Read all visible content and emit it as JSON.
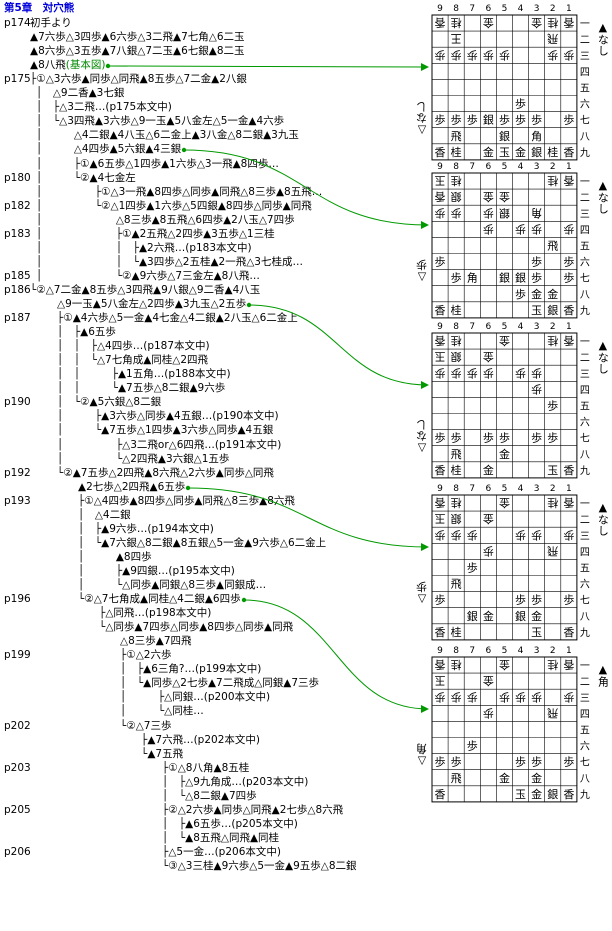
{
  "title": "第5章　対穴熊",
  "rows": [
    {
      "p": "p174",
      "x": 30,
      "t": "初手より"
    },
    {
      "p": "",
      "x": 30,
      "t": "▲7六歩△3四歩▲6六歩△3二飛▲7七角△6二玉"
    },
    {
      "p": "",
      "x": 30,
      "t": "▲8六歩△3五歩▲7八銀△7二玉▲6七銀▲8二玉"
    },
    {
      "p": "",
      "x": 30,
      "t": "▲8八飛",
      "hl": "(基本図)"
    },
    {
      "p": "p175",
      "x": 30,
      "t": "├①△3六歩▲同歩△同飛▲8五歩△7二金▲2八銀"
    },
    {
      "p": "",
      "x": 36,
      "t": "│　△9二香▲3七銀"
    },
    {
      "p": "",
      "x": 36,
      "t": "│　├△3二飛…(p175本文中)"
    },
    {
      "p": "",
      "x": 36,
      "t": "│　└△3四飛▲3六歩△9一玉▲5八金左△5一金▲4六歩"
    },
    {
      "p": "",
      "x": 36,
      "t": "│　　　△4二銀▲4八玉△6二金上▲3八金△8二銀▲3九玉"
    },
    {
      "p": "",
      "x": 36,
      "t": "│　　　△4四歩▲5六銀▲4三銀",
      "dot": true
    },
    {
      "p": "",
      "x": 36,
      "t": "│　　　├①▲6五歩△1四歩▲1六歩△3一飛▲8四歩…"
    },
    {
      "p": "p180",
      "x": 36,
      "t": "│　　　└②▲4七金左"
    },
    {
      "p": "",
      "x": 36,
      "t": "│　　　　　├①△3一飛▲8四歩△同歩▲同飛△8三歩▲8五飛…"
    },
    {
      "p": "p182",
      "x": 36,
      "t": "│　　　　　└②△1四歩▲1六歩△5四銀▲8四歩△同歩▲同飛"
    },
    {
      "p": "",
      "x": 36,
      "t": "│　　　　　　　△8三歩▲8五飛△6四歩▲2八玉△7四歩"
    },
    {
      "p": "p183",
      "x": 36,
      "t": "│　　　　　　　├①▲2五飛△2四歩▲3五歩△1三桂"
    },
    {
      "p": "",
      "x": 36,
      "t": "│　　　　　　　│　├▲2六飛…(p183本文中)"
    },
    {
      "p": "",
      "x": 36,
      "t": "│　　　　　　　│　└▲3四歩△2五桂▲2一飛△3七桂成…"
    },
    {
      "p": "p185",
      "x": 36,
      "t": "│　　　　　　　└②▲9六歩△7三金左▲8八飛…"
    },
    {
      "p": "p186",
      "x": 30,
      "t": "└②△7二金▲8五歩△3四飛▲9八銀△9二香▲4八玉"
    },
    {
      "p": "",
      "x": 36,
      "t": "　　△9一玉▲5八金左△2四歩▲3九玉△2五歩",
      "dot": true
    },
    {
      "p": "p187",
      "x": 36,
      "t": "　　├①▲4六歩△5一金▲4七金△4二銀▲2八玉△6二金上"
    },
    {
      "p": "",
      "x": 36,
      "t": "　　│　├▲6五歩"
    },
    {
      "p": "",
      "x": 36,
      "t": "　　│　│　├△4四歩…(p187本文中)"
    },
    {
      "p": "",
      "x": 36,
      "t": "　　│　│　└△7七角成▲同桂△2四飛"
    },
    {
      "p": "",
      "x": 36,
      "t": "　　│　│　　　├▲1五角…(p188本文中)"
    },
    {
      "p": "",
      "x": 36,
      "t": "　　│　│　　　└▲7五歩△8二銀▲9六歩"
    },
    {
      "p": "p190",
      "x": 36,
      "t": "　　│　└②▲5六銀△8二銀"
    },
    {
      "p": "",
      "x": 36,
      "t": "　　│　　　├▲3六歩△同歩▲4五銀…(p190本文中)"
    },
    {
      "p": "",
      "x": 36,
      "t": "　　│　　　└▲7五歩△1四歩▲3六歩△同歩▲4五銀"
    },
    {
      "p": "",
      "x": 36,
      "t": "　　│　　　　　├△3二飛or△6四飛…(p191本文中)"
    },
    {
      "p": "",
      "x": 36,
      "t": "　　│　　　　　└△2四飛▲3六銀△1五歩"
    },
    {
      "p": "p192",
      "x": 36,
      "t": "　　└②▲7五歩△2四飛▲8六飛△2六歩▲同歩△同飛"
    },
    {
      "p": "",
      "x": 36,
      "t": "　　　　▲2七歩△2四飛▲6五歩",
      "dot": true
    },
    {
      "p": "p193",
      "x": 36,
      "t": "　　　　├①△4四歩▲8四歩△同歩▲同飛△8三歩▲8六飛"
    },
    {
      "p": "",
      "x": 36,
      "t": "　　　　│　△4二銀"
    },
    {
      "p": "",
      "x": 36,
      "t": "　　　　│　├▲9六歩…(p194本文中)"
    },
    {
      "p": "",
      "x": 36,
      "t": "　　　　│　└▲7六銀△8二銀▲8五銀△5一金▲9六歩△6二金上"
    },
    {
      "p": "",
      "x": 36,
      "t": "　　　　│　　　▲8四歩"
    },
    {
      "p": "",
      "x": 36,
      "t": "　　　　│　　　├▲9四銀…(p195本文中)"
    },
    {
      "p": "",
      "x": 36,
      "t": "　　　　│　　　└△同歩▲同銀△8三歩▲同銀成…"
    },
    {
      "p": "p196",
      "x": 36,
      "t": "　　　　└②△7七角成▲同桂△4二銀▲6四歩",
      "dot": true
    },
    {
      "p": "",
      "x": 36,
      "t": "　　　　　　├△同飛…(p198本文中)"
    },
    {
      "p": "",
      "x": 36,
      "t": "　　　　　　└△同歩▲7四歩△同歩▲8四歩△同歩▲同飛"
    },
    {
      "p": "",
      "x": 36,
      "t": "　　　　　　　　△8三歩▲7四飛"
    },
    {
      "p": "p199",
      "x": 36,
      "t": "　　　　　　　　├①△2六歩"
    },
    {
      "p": "",
      "x": 36,
      "t": "　　　　　　　　│　├▲6三角?…(p199本文中)"
    },
    {
      "p": "",
      "x": 36,
      "t": "　　　　　　　　│　└▲同歩△2七歩▲7二飛成△同銀▲7三歩"
    },
    {
      "p": "",
      "x": 36,
      "t": "　　　　　　　　│　　　├△同銀…(p200本文中)"
    },
    {
      "p": "",
      "x": 36,
      "t": "　　　　　　　　│　　　└△同桂…"
    },
    {
      "p": "p202",
      "x": 36,
      "t": "　　　　　　　　└②△7三歩"
    },
    {
      "p": "",
      "x": 36,
      "t": "　　　　　　　　　　├▲7六飛…(p202本文中)"
    },
    {
      "p": "",
      "x": 36,
      "t": "　　　　　　　　　　└▲7五飛"
    },
    {
      "p": "p203",
      "x": 36,
      "t": "　　　　　　　　　　　　├①△8八角▲8五桂"
    },
    {
      "p": "",
      "x": 36,
      "t": "　　　　　　　　　　　　│　├△9九角成…(p203本文中)"
    },
    {
      "p": "",
      "x": 36,
      "t": "　　　　　　　　　　　　│　└△8二銀▲7四歩"
    },
    {
      "p": "p205",
      "x": 36,
      "t": "　　　　　　　　　　　　├②△2六歩▲同歩△同飛▲2七歩△8六飛"
    },
    {
      "p": "",
      "x": 36,
      "t": "　　　　　　　　　　　　│　├▲6五歩…(p205本文中)"
    },
    {
      "p": "",
      "x": 36,
      "t": "　　　　　　　　　　　　│　└▲8五飛△同飛▲同桂"
    },
    {
      "p": "p206",
      "x": 36,
      "t": "　　　　　　　　　　　　├△5一金…(p206本文中)"
    },
    {
      "p": "",
      "x": 36,
      "t": "　　　　　　　　　　　　└③△3三桂▲9六歩△5一金▲9五歩△8二銀"
    }
  ],
  "boards": [
    {
      "hand_top": "▲なし",
      "hand_bottom": "△なし",
      "rows": [
        "香桂　金　　金桂香",
        "　王　　　　　飛　",
        "歩歩歩歩歩　　歩歩",
        "　　　　　　　　　",
        "　　　　　　　　　",
        "　　　　　歩　　　",
        "歩歩歩銀歩歩歩　歩",
        "　飛　　銀　角　　",
        "香桂　金玉金銀桂香"
      ]
    },
    {
      "hand_top": "▲なし",
      "hand_bottom": "△歩",
      "rows": [
        "玉桂　　　　　桂香",
        "香銀　金金　　　　",
        "歩歩　歩銀　角　　",
        "　　　歩　歩歩　歩",
        "　　　　　　　飛　",
        "歩　　　　　歩　歩",
        "　歩角　銀銀歩　歩",
        "　　　　　歩金金　",
        "香桂　　　　玉銀香"
      ]
    },
    {
      "hand_top": "▲なし",
      "hand_bottom": "△なし",
      "rows": [
        "香桂　　金　　桂香",
        "玉銀　金　　　　　",
        "歩歩歩歩　歩歩　　",
        "　　　　　　歩　　",
        "　　　　　　　歩　",
        "　　　　　　　　　",
        "歩歩　歩歩　歩歩　",
        "　飛　　金　　　　",
        "香桂　金　　　玉香"
      ]
    },
    {
      "hand_top": "▲なし",
      "hand_bottom": "△歩",
      "rows": [
        "香桂　　金　　桂香",
        "玉銀　金　　　　　",
        "歩歩歩　　歩歩　歩",
        "　　　歩　　　飛　",
        "　　歩　　　　　　",
        "　飛　　　　　　　",
        "歩　　　　歩歩　歩",
        "　　銀金　銀金　　",
        "香桂　　　　玉　香"
      ]
    },
    {
      "hand_top": "▲角",
      "hand_bottom": "△角",
      "rows": [
        "香桂　　金　　桂香",
        "玉　　金　　　　　",
        "歩歩歩　歩歩歩　歩",
        "　　　歩　　　飛　",
        "　　　　　　　　　",
        "　　歩　　　　　　",
        "歩歩　　　歩歩　歩",
        "　飛　　金　金　　",
        "香　　　　玉金銀香"
      ]
    }
  ],
  "board_cols": [
    "9",
    "8",
    "7",
    "6",
    "5",
    "4",
    "3",
    "2",
    "1"
  ],
  "board_rows": [
    "一",
    "二",
    "三",
    "四",
    "五",
    "六",
    "七",
    "八",
    "九"
  ]
}
